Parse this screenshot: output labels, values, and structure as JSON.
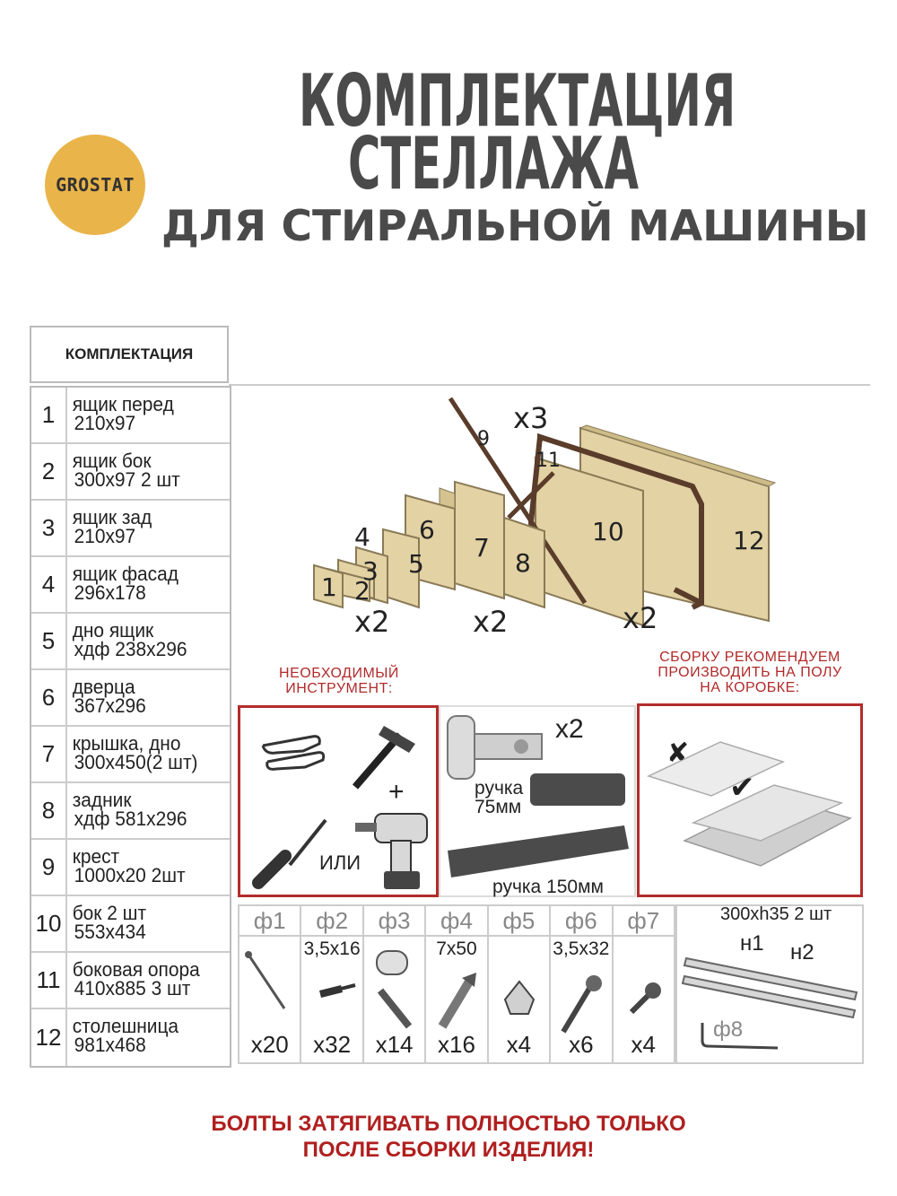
{
  "brand": {
    "logo": "GROSTAT",
    "accent": "#e9b449"
  },
  "header": {
    "line1": "КОМПЛЕКТАЦИЯ",
    "line2": "СТЕЛЛАЖА",
    "line3": "ДЛЯ СТИРАЛЬНОЙ МАШИНЫ"
  },
  "table": {
    "heading": "КОМПЛЕКТАЦИЯ",
    "rows": [
      {
        "num": "1",
        "line1": "ящик перед",
        "line2": "210х97"
      },
      {
        "num": "2",
        "line1": "ящик бок",
        "line2": "300х97 2 шт"
      },
      {
        "num": "3",
        "line1": "ящик зад",
        "line2": "210х97"
      },
      {
        "num": "4",
        "line1": "ящик фасад",
        "line2": "296х178"
      },
      {
        "num": "5",
        "line1": "дно ящик",
        "line2": "хдф 238х296"
      },
      {
        "num": "6",
        "line1": "дверца",
        "line2": "367х296"
      },
      {
        "num": "7",
        "line1": "крышка, дно",
        "line2": "300х450(2 шт)"
      },
      {
        "num": "8",
        "line1": "задник",
        "line2": "хдф 581х296"
      },
      {
        "num": "9",
        "line1": "крест",
        "line2": "1000х20 2шт"
      },
      {
        "num": "10",
        "line1": "бок 2 шт",
        "line2": "553х434"
      },
      {
        "num": "11",
        "line1": "боковая опора",
        "line2": "410х885 3 шт"
      },
      {
        "num": "12",
        "line1": "столешница",
        "line2": "981х468"
      }
    ]
  },
  "drawing": {
    "labels": [
      "1",
      "2",
      "3",
      "4",
      "5",
      "6",
      "7",
      "8",
      "9",
      "10",
      "11",
      "12"
    ],
    "multipliers": {
      "x3": "x3",
      "x2a": "x2",
      "x2b": "x2",
      "x2c": "x2"
    }
  },
  "tools": {
    "note_line1": "НЕОБХОДИМЫЙ",
    "note_line2": "ИНСТРУМЕНТ:",
    "or": "ИЛИ",
    "plus": "+"
  },
  "hardware": {
    "hinge_qty": "x2",
    "handle_small_line1": "ручка",
    "handle_small_line2": "75мм",
    "handle_large": "ручка 150мм"
  },
  "assembly": {
    "note_line1": "СБОРКУ РЕКОМЕНДУЕМ",
    "note_line2": "ПРОИЗВОДИТЬ НА ПОЛУ",
    "note_line3": "НА КОРОБКЕ:"
  },
  "fasteners": [
    {
      "head": "ф1",
      "spec": "",
      "qty": "x20"
    },
    {
      "head": "ф2",
      "spec": "3,5х16",
      "qty": "x32"
    },
    {
      "head": "ф3",
      "spec": "",
      "qty": "x14"
    },
    {
      "head": "ф4",
      "spec": "7х50",
      "qty": "x16"
    },
    {
      "head": "ф5",
      "spec": "",
      "qty": "x4"
    },
    {
      "head": "ф6",
      "spec": "3,5х32",
      "qty": "x6"
    },
    {
      "head": "ф7",
      "spec": "",
      "qty": "x4"
    }
  ],
  "rails": {
    "size": "300хh35 2 шт",
    "n1": "н1",
    "n2": "н2",
    "f8": "ф8"
  },
  "warning": {
    "line1": "БОЛТЫ ЗАТЯГИВАТЬ ПОЛНОСТЬЮ ТОЛЬКО",
    "line2": "ПОСЛЕ СБОРКИ ИЗДЕЛИЯ!"
  },
  "colors": {
    "panel": "#e2d2a4",
    "panel_edge": "#8a7a56",
    "frame": "#5a3c2a",
    "warning": "#b01f1f"
  }
}
